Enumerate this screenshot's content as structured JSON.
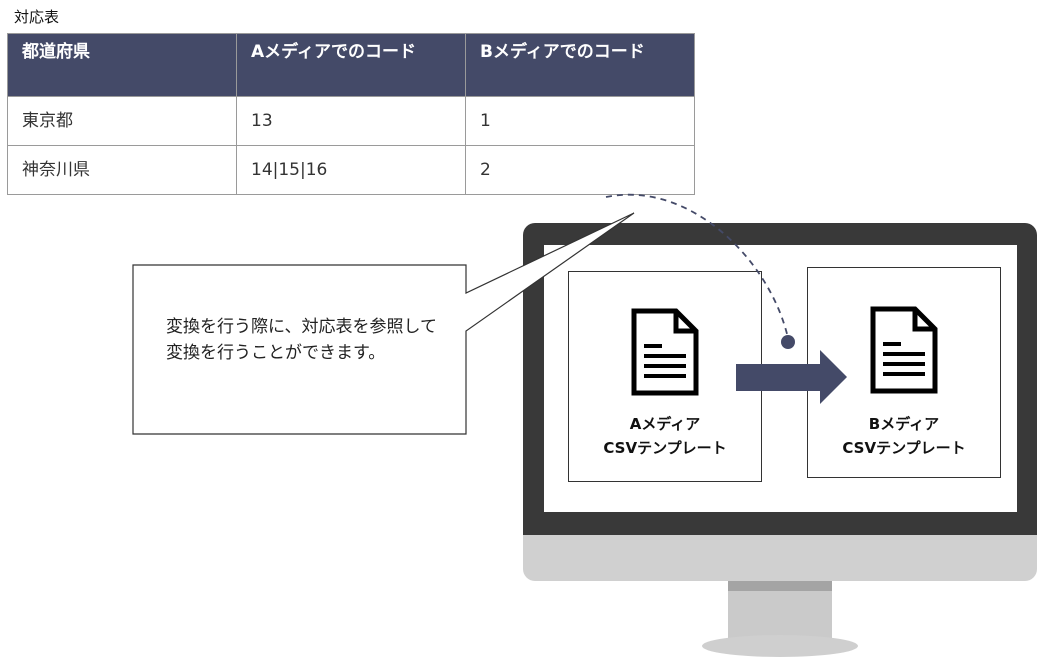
{
  "table_title": "対応表",
  "table": {
    "headers": [
      "都道府県",
      "Aメディアでのコード",
      "Bメディアでのコード"
    ],
    "rows": [
      [
        "東京都",
        "13",
        "1"
      ],
      [
        "神奈川県",
        "14|15|16",
        "2"
      ]
    ]
  },
  "callout": {
    "text": "変換を行う際に、対応表を参照して変換を行うことができます。"
  },
  "templates": {
    "a": {
      "line1": "Aメディア",
      "line2": "CSVテンプレート"
    },
    "b": {
      "line1": "Bメディア",
      "line2": "CSVテンプレート"
    }
  },
  "colors": {
    "header_bg": "#444a68",
    "arrow": "#444a68",
    "bezel": "#393939",
    "stand": "#cacaca"
  }
}
